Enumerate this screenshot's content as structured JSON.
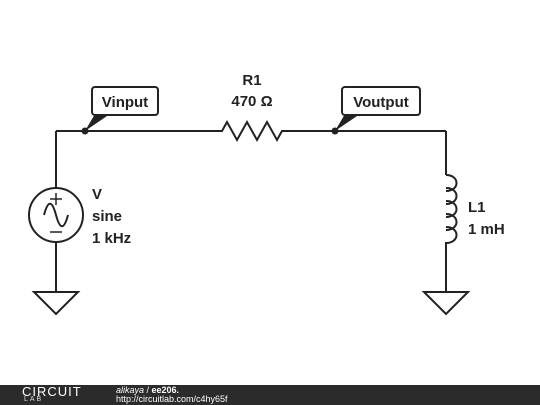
{
  "components": {
    "source": {
      "name": "V",
      "type": "sine",
      "freq": "1 kHz"
    },
    "resistor": {
      "name": "R1",
      "value": "470 Ω"
    },
    "inductor": {
      "name": "L1",
      "value": "1 mH"
    }
  },
  "node_labels": {
    "input": "Vinput",
    "output": "Voutput"
  },
  "footer": {
    "logo_word": "CIRCUIT",
    "logo_sub": "LAB",
    "user": "alikaya",
    "separator": " / ",
    "project": "ee206.",
    "url": "http://circuitlab.com/c4hy65f"
  }
}
